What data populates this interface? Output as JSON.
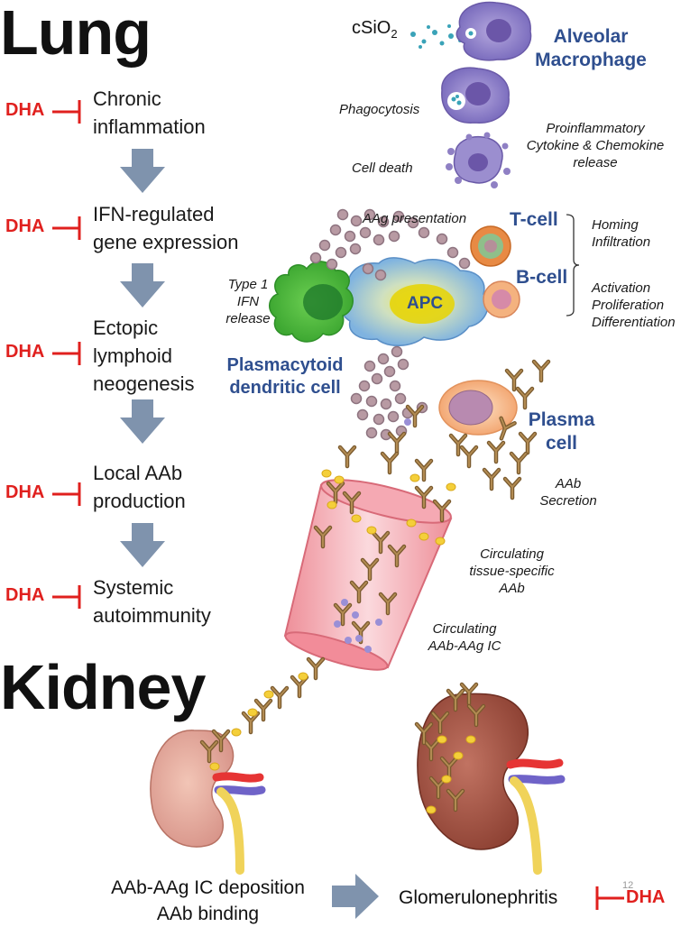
{
  "headings": {
    "lung": "Lung",
    "kidney": "Kidney"
  },
  "inhibitor": "DHA",
  "pathway": [
    {
      "line1": "Chronic",
      "line2": "inflammation"
    },
    {
      "line1": "IFN-regulated",
      "line2": "gene expression"
    },
    {
      "line1": "Ectopic",
      "line2": "lymphoid",
      "line3": "neogenesis"
    },
    {
      "line1": "Local AAb",
      "line2": "production"
    },
    {
      "line1": "Systemic",
      "line2": "autoimmunity"
    }
  ],
  "particle": {
    "base": "cSiO",
    "sub": "2"
  },
  "cells": {
    "alveolar_macrophage": {
      "line1": "Alveolar",
      "line2": "Macrophage"
    },
    "t_cell": "T-cell",
    "b_cell": "B-cell",
    "apc": "APC",
    "pdc": {
      "line1": "Plasmacytoid",
      "line2": "dendritic cell"
    },
    "plasma": {
      "line1": "Plasma",
      "line2": "cell"
    }
  },
  "annotations": {
    "phagocytosis": "Phagocytosis",
    "cell_death": "Cell death",
    "cytokine": {
      "line1": "Proinflammatory",
      "line2": "Cytokine & Chemokine",
      "line3": "release"
    },
    "aag_presentation": "AAg presentation",
    "homing": {
      "line1": "Homing",
      "line2": "Infiltration"
    },
    "activation": {
      "line1": "Activation",
      "line2": "Proliferation",
      "line3": "Differentiation"
    },
    "type1_ifn": {
      "line1": "Type 1",
      "line2": "IFN",
      "line3": "release"
    },
    "aab_secretion": {
      "line1": "AAb",
      "line2": "Secretion"
    },
    "circ_aab": {
      "line1": "Circulating",
      "line2": "tissue-specific",
      "line3": "AAb"
    },
    "circ_ic": {
      "line1": "Circulating",
      "line2": "AAb-AAg IC"
    }
  },
  "kidney_labels": {
    "deposition": {
      "line1": "AAb-AAg IC deposition",
      "line2": "AAb binding"
    },
    "outcome": "Glomerulonephritis"
  },
  "page_number": "12",
  "colors": {
    "inhibitor_red": "#e0201e",
    "arrow_gray": "#7f93ad",
    "label_blue": "#2f4f8f",
    "antibody_brown": "#8b6b3d",
    "antigen_gold": "#f4cf3a"
  }
}
